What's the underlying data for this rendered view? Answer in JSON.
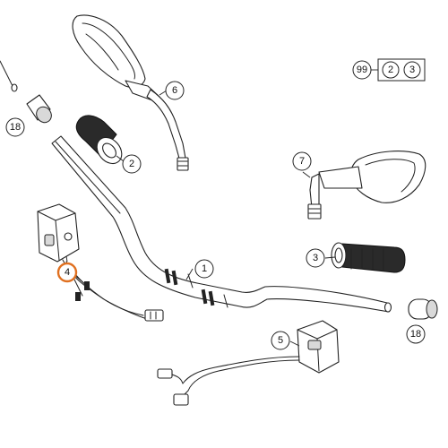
{
  "diagram": {
    "callouts": [
      {
        "id": "c1",
        "label": "1"
      },
      {
        "id": "c2",
        "label": "2"
      },
      {
        "id": "c3",
        "label": "3"
      },
      {
        "id": "c4",
        "label": "4",
        "highlighted": true
      },
      {
        "id": "c5",
        "label": "5"
      },
      {
        "id": "c6",
        "label": "6"
      },
      {
        "id": "c7",
        "label": "7"
      },
      {
        "id": "c18a",
        "label": "18"
      },
      {
        "id": "c18b",
        "label": "18"
      }
    ],
    "kit": {
      "label": "99",
      "items": [
        "2",
        "3"
      ]
    },
    "highlight_color": "#e07020",
    "line_color": "#222222"
  }
}
